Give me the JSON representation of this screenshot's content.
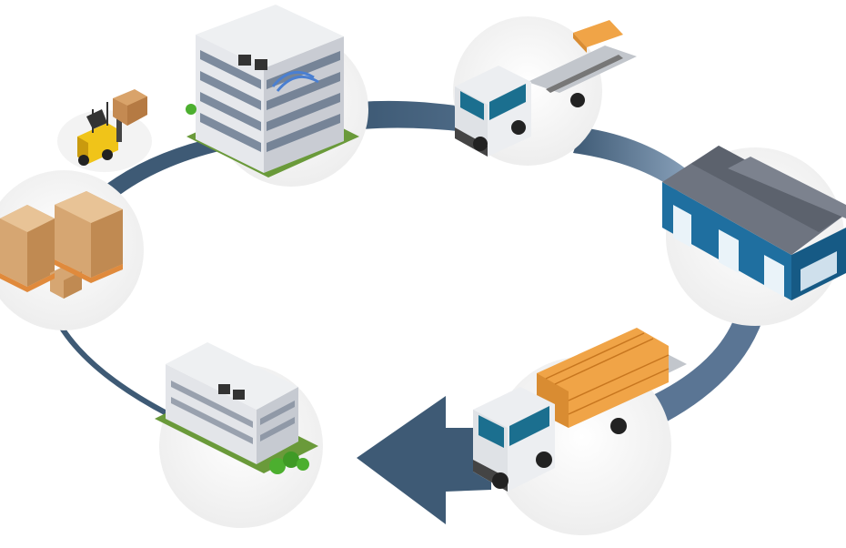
{
  "diagram": {
    "type": "logistics-cycle",
    "direction": "clockwise",
    "arrow_color": "#3e5a75",
    "node_bg_color": "#f2f2f2",
    "stages": [
      {
        "id": "forklift",
        "icon": "forklift-icon"
      },
      {
        "id": "office",
        "icon": "office-building-icon"
      },
      {
        "id": "flatbed-truck-empty",
        "icon": "truck-empty-icon"
      },
      {
        "id": "warehouse",
        "icon": "warehouse-icon"
      },
      {
        "id": "flatbed-truck-loaded",
        "icon": "truck-loaded-icon"
      },
      {
        "id": "factory",
        "icon": "factory-building-icon"
      },
      {
        "id": "boxes",
        "icon": "boxes-pallet-icon"
      }
    ]
  }
}
